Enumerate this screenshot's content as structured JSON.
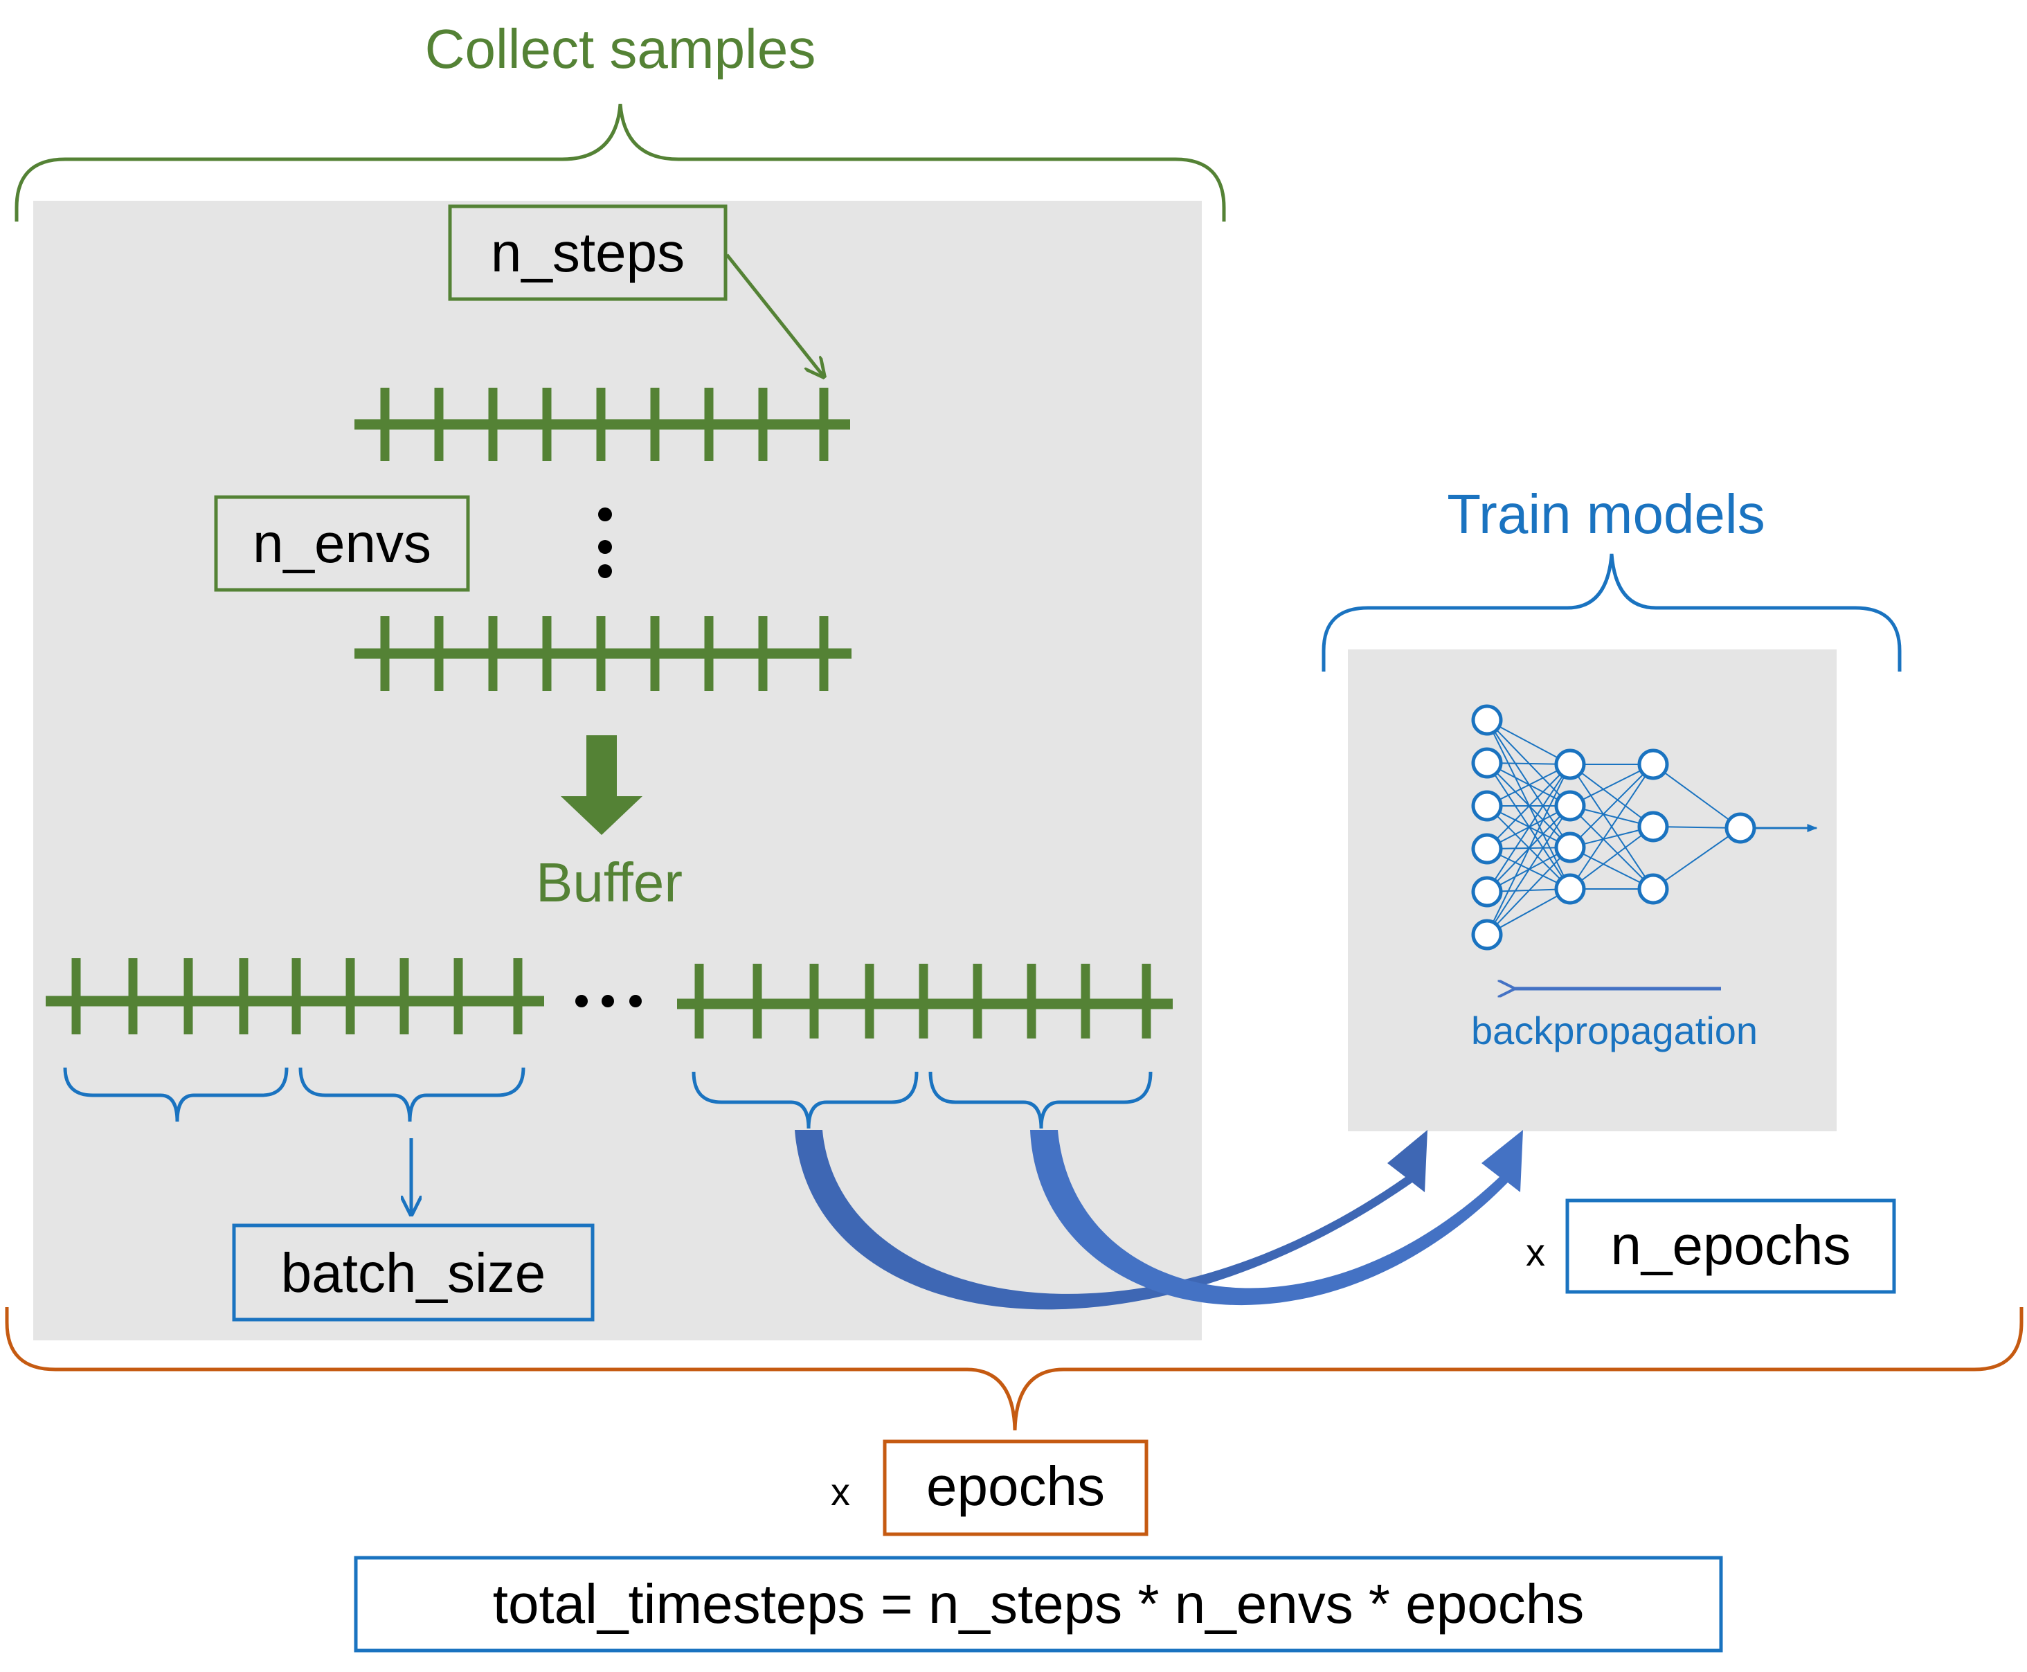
{
  "colors": {
    "green": "#548235",
    "blue": "#1a73c0",
    "orange": "#c55a11",
    "gray_panel": "#e5e5e5",
    "black": "#000000",
    "arrow_dark": "#2f5597",
    "arrow_light": "#4472c4"
  },
  "collect": {
    "title": "Collect samples",
    "n_steps_label": "n_steps",
    "n_envs_label": "n_envs",
    "vertical_dots": "⋮",
    "buffer_label": "Buffer",
    "ellipsis": "…",
    "batch_size_label": "batch_size"
  },
  "train": {
    "title": "Train models",
    "backprop_label": "backpropagation",
    "times_symbol": "x",
    "n_epochs_label": "n_epochs"
  },
  "outer": {
    "times_symbol": "x",
    "epochs_label": "epochs"
  },
  "formula": "total_timesteps = n_steps * n_envs * epochs",
  "icons": {
    "network": "neural-network-icon",
    "backprop_arrow": "left-arrow-icon",
    "buffer_arrow": "down-arrow-icon"
  }
}
